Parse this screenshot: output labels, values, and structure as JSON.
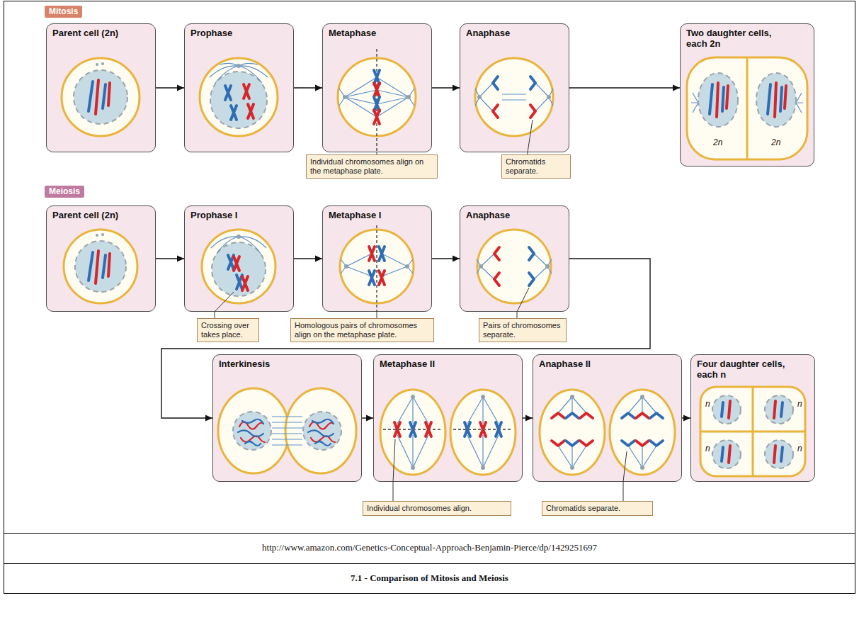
{
  "diagram": {
    "caption": "7.1 - Comparison of Mitosis and Meiosis",
    "nodes": [
      {
        "text": [
          "Mitosis"
        ]
      },
      {
        "text": [
          "Parent cell (2n)"
        ]
      },
      {
        "text": [
          "Prophase"
        ]
      },
      {
        "text": [
          "Metaphase"
        ]
      },
      {
        "text": [
          "Anaphase"
        ]
      },
      {
        "text": [
          "Two daughter cells, each 2n",
          "2n",
          "2n"
        ]
      },
      {
        "text": [
          "Individual chromosomes align on the metaphase plate."
        ]
      },
      {
        "text": [
          "Chromatids separate."
        ]
      },
      {
        "text": [
          "Meiosis"
        ]
      },
      {
        "text": [
          "Parent cell (2n)"
        ]
      },
      {
        "text": [
          "Prophase I"
        ]
      },
      {
        "text": [
          "Metaphase I"
        ]
      },
      {
        "text": [
          "Anaphase"
        ]
      },
      {
        "text": [
          "Crossing over takes place."
        ]
      },
      {
        "text": [
          "Homologous pairs of chromosomes align on the metaphase plate."
        ]
      },
      {
        "text": [
          "Pairs of chromosomes separate."
        ]
      },
      {
        "text": [
          "Interkinesis"
        ]
      },
      {
        "text": [
          "Metaphase II"
        ]
      },
      {
        "text": [
          "Anaphase II"
        ]
      },
      {
        "text": [
          "Four daughter cells, each n",
          "n",
          "n",
          "n",
          "n"
        ]
      },
      {
        "text": [
          "Individual chromosomes align."
        ]
      },
      {
        "text": [
          "Chromatids separate."
        ]
      }
    ],
    "edges": [
      {
        "from": 1,
        "to": 2,
        "arrow": "to"
      },
      {
        "from": 2,
        "to": 3,
        "arrow": "to"
      },
      {
        "from": 3,
        "to": 4,
        "arrow": "to"
      },
      {
        "from": 4,
        "to": 5,
        "arrow": "to"
      },
      {
        "from": 9,
        "to": 10,
        "arrow": "to"
      },
      {
        "from": 10,
        "to": 11,
        "arrow": "to"
      },
      {
        "from": 11,
        "to": 12,
        "arrow": "to"
      },
      {
        "from": 12,
        "to": 16,
        "arrow": "to"
      },
      {
        "from": 16,
        "to": 17,
        "arrow": "to"
      },
      {
        "from": 17,
        "to": 18,
        "arrow": "to"
      },
      {
        "from": 18,
        "to": 19,
        "arrow": "to"
      }
    ],
    "labels": [
      "http://www.amazon.com/Genetics-Conceptual-Approach-Benjamin-Pierce/dp/1429251697"
    ]
  }
}
